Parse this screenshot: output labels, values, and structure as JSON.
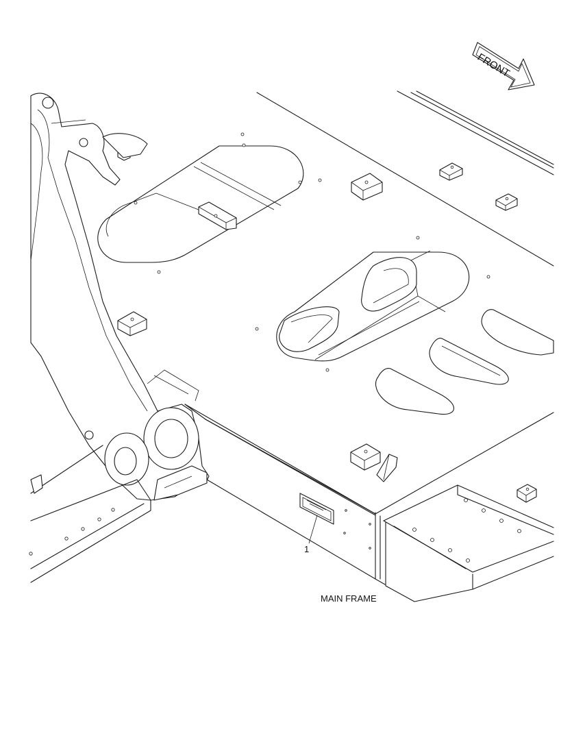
{
  "arrow": {
    "label": "FRONT"
  },
  "callout": {
    "number": "1"
  },
  "caption": {
    "text": "MAIN FRAME"
  },
  "icons": {
    "front_arrow": "front-arrow-icon",
    "decal": "decal-icon"
  },
  "colors": {
    "line": "#1a1a1a",
    "background": "#ffffff"
  }
}
